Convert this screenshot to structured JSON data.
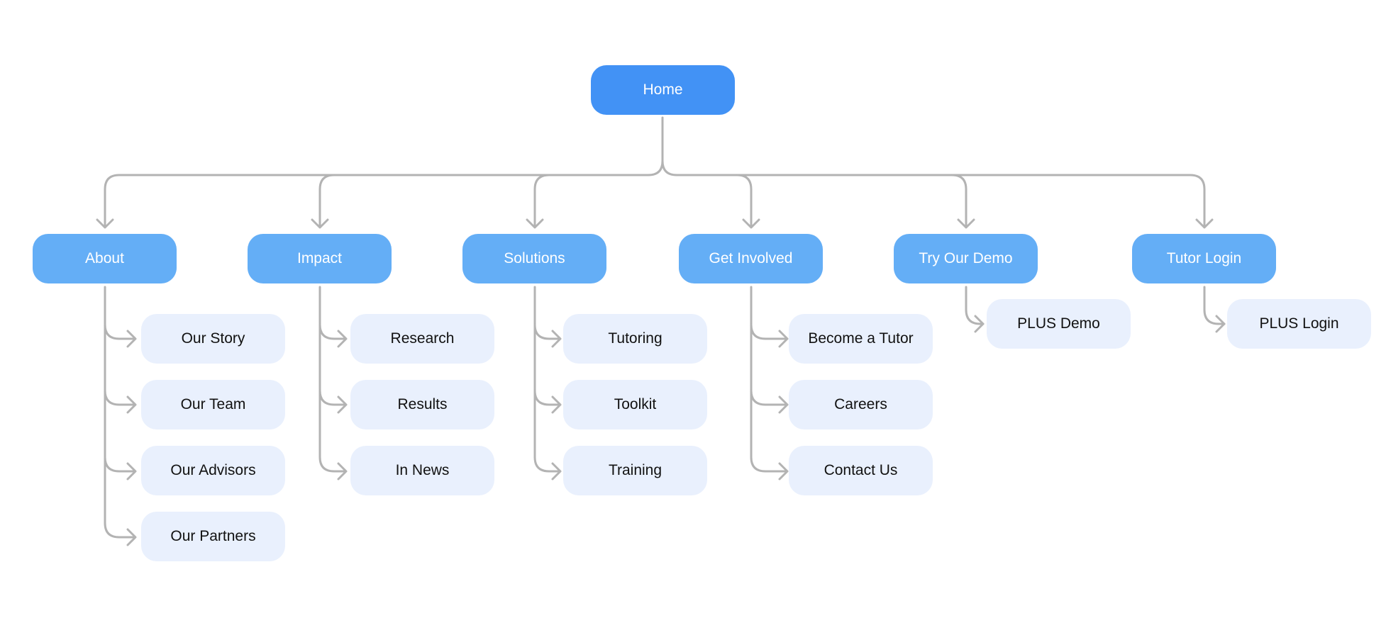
{
  "sitemap": {
    "root": {
      "label": "Home"
    },
    "sections": [
      {
        "label": "About",
        "children": [
          "Our Story",
          "Our Team",
          "Our Advisors",
          "Our Partners"
        ]
      },
      {
        "label": "Impact",
        "children": [
          "Research",
          "Results",
          "In News"
        ]
      },
      {
        "label": "Solutions",
        "children": [
          "Tutoring",
          "Toolkit",
          "Training"
        ]
      },
      {
        "label": "Get Involved",
        "children": [
          "Become a Tutor",
          "Careers",
          "Contact Us"
        ]
      },
      {
        "label": "Try Our Demo",
        "children": [
          "PLUS Demo"
        ]
      },
      {
        "label": "Tutor Login",
        "children": [
          "PLUS Login"
        ]
      }
    ]
  },
  "colors": {
    "root_fill": "#4292f5",
    "section_fill": "#64aef6",
    "page_fill": "#e9f0fd",
    "connector": "#b3b3b3"
  }
}
